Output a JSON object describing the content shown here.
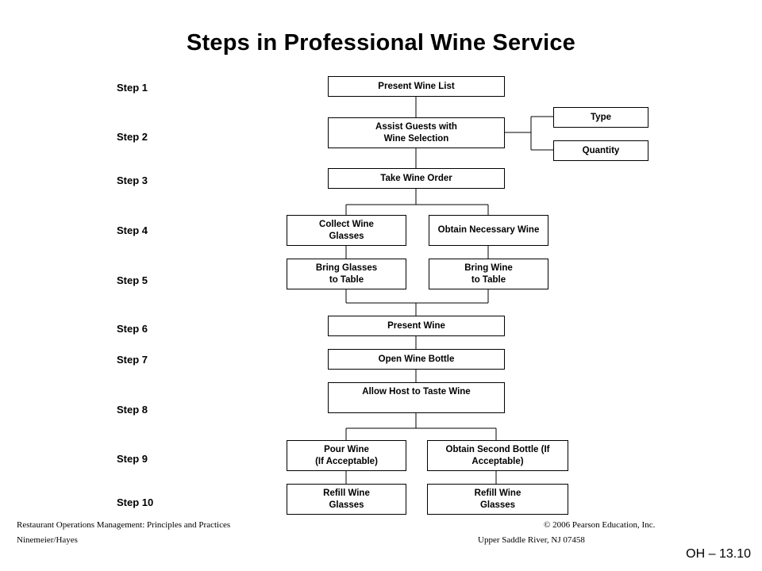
{
  "title": "Steps in Professional Wine Service",
  "steps": [
    "Step 1",
    "Step 2",
    "Step 3",
    "Step 4",
    "Step 5",
    "Step 6",
    "Step 7",
    "Step 8",
    "Step 9",
    "Step 10"
  ],
  "boxes": {
    "present_wine_list": "Present Wine List",
    "assist_guests": "Assist Guests with\nWine Selection",
    "type": "Type",
    "quantity": "Quantity",
    "take_order": "Take Wine Order",
    "collect_glasses": "Collect Wine\nGlasses",
    "obtain_wine": "Obtain Necessary Wine",
    "bring_glasses": "Bring Glasses\nto Table",
    "bring_wine": "Bring Wine\nto Table",
    "present_wine": "Present Wine",
    "open_bottle": "Open Wine Bottle",
    "taste": "Allow Host to Taste Wine",
    "pour": "Pour Wine\n(If Acceptable)",
    "second_bottle": "Obtain Second Bottle (If\nAcceptable)",
    "refill_left": "Refill Wine\nGlasses",
    "refill_right": "Refill Wine\nGlasses"
  },
  "footer": {
    "book": "Restaurant Operations Management: Principles and Practices",
    "authors": "Ninemeier/Hayes",
    "copyright": "© 2006 Pearson Education, Inc.",
    "publisher": "Upper Saddle River, NJ 07458",
    "slide_id": "OH – 13.10"
  }
}
